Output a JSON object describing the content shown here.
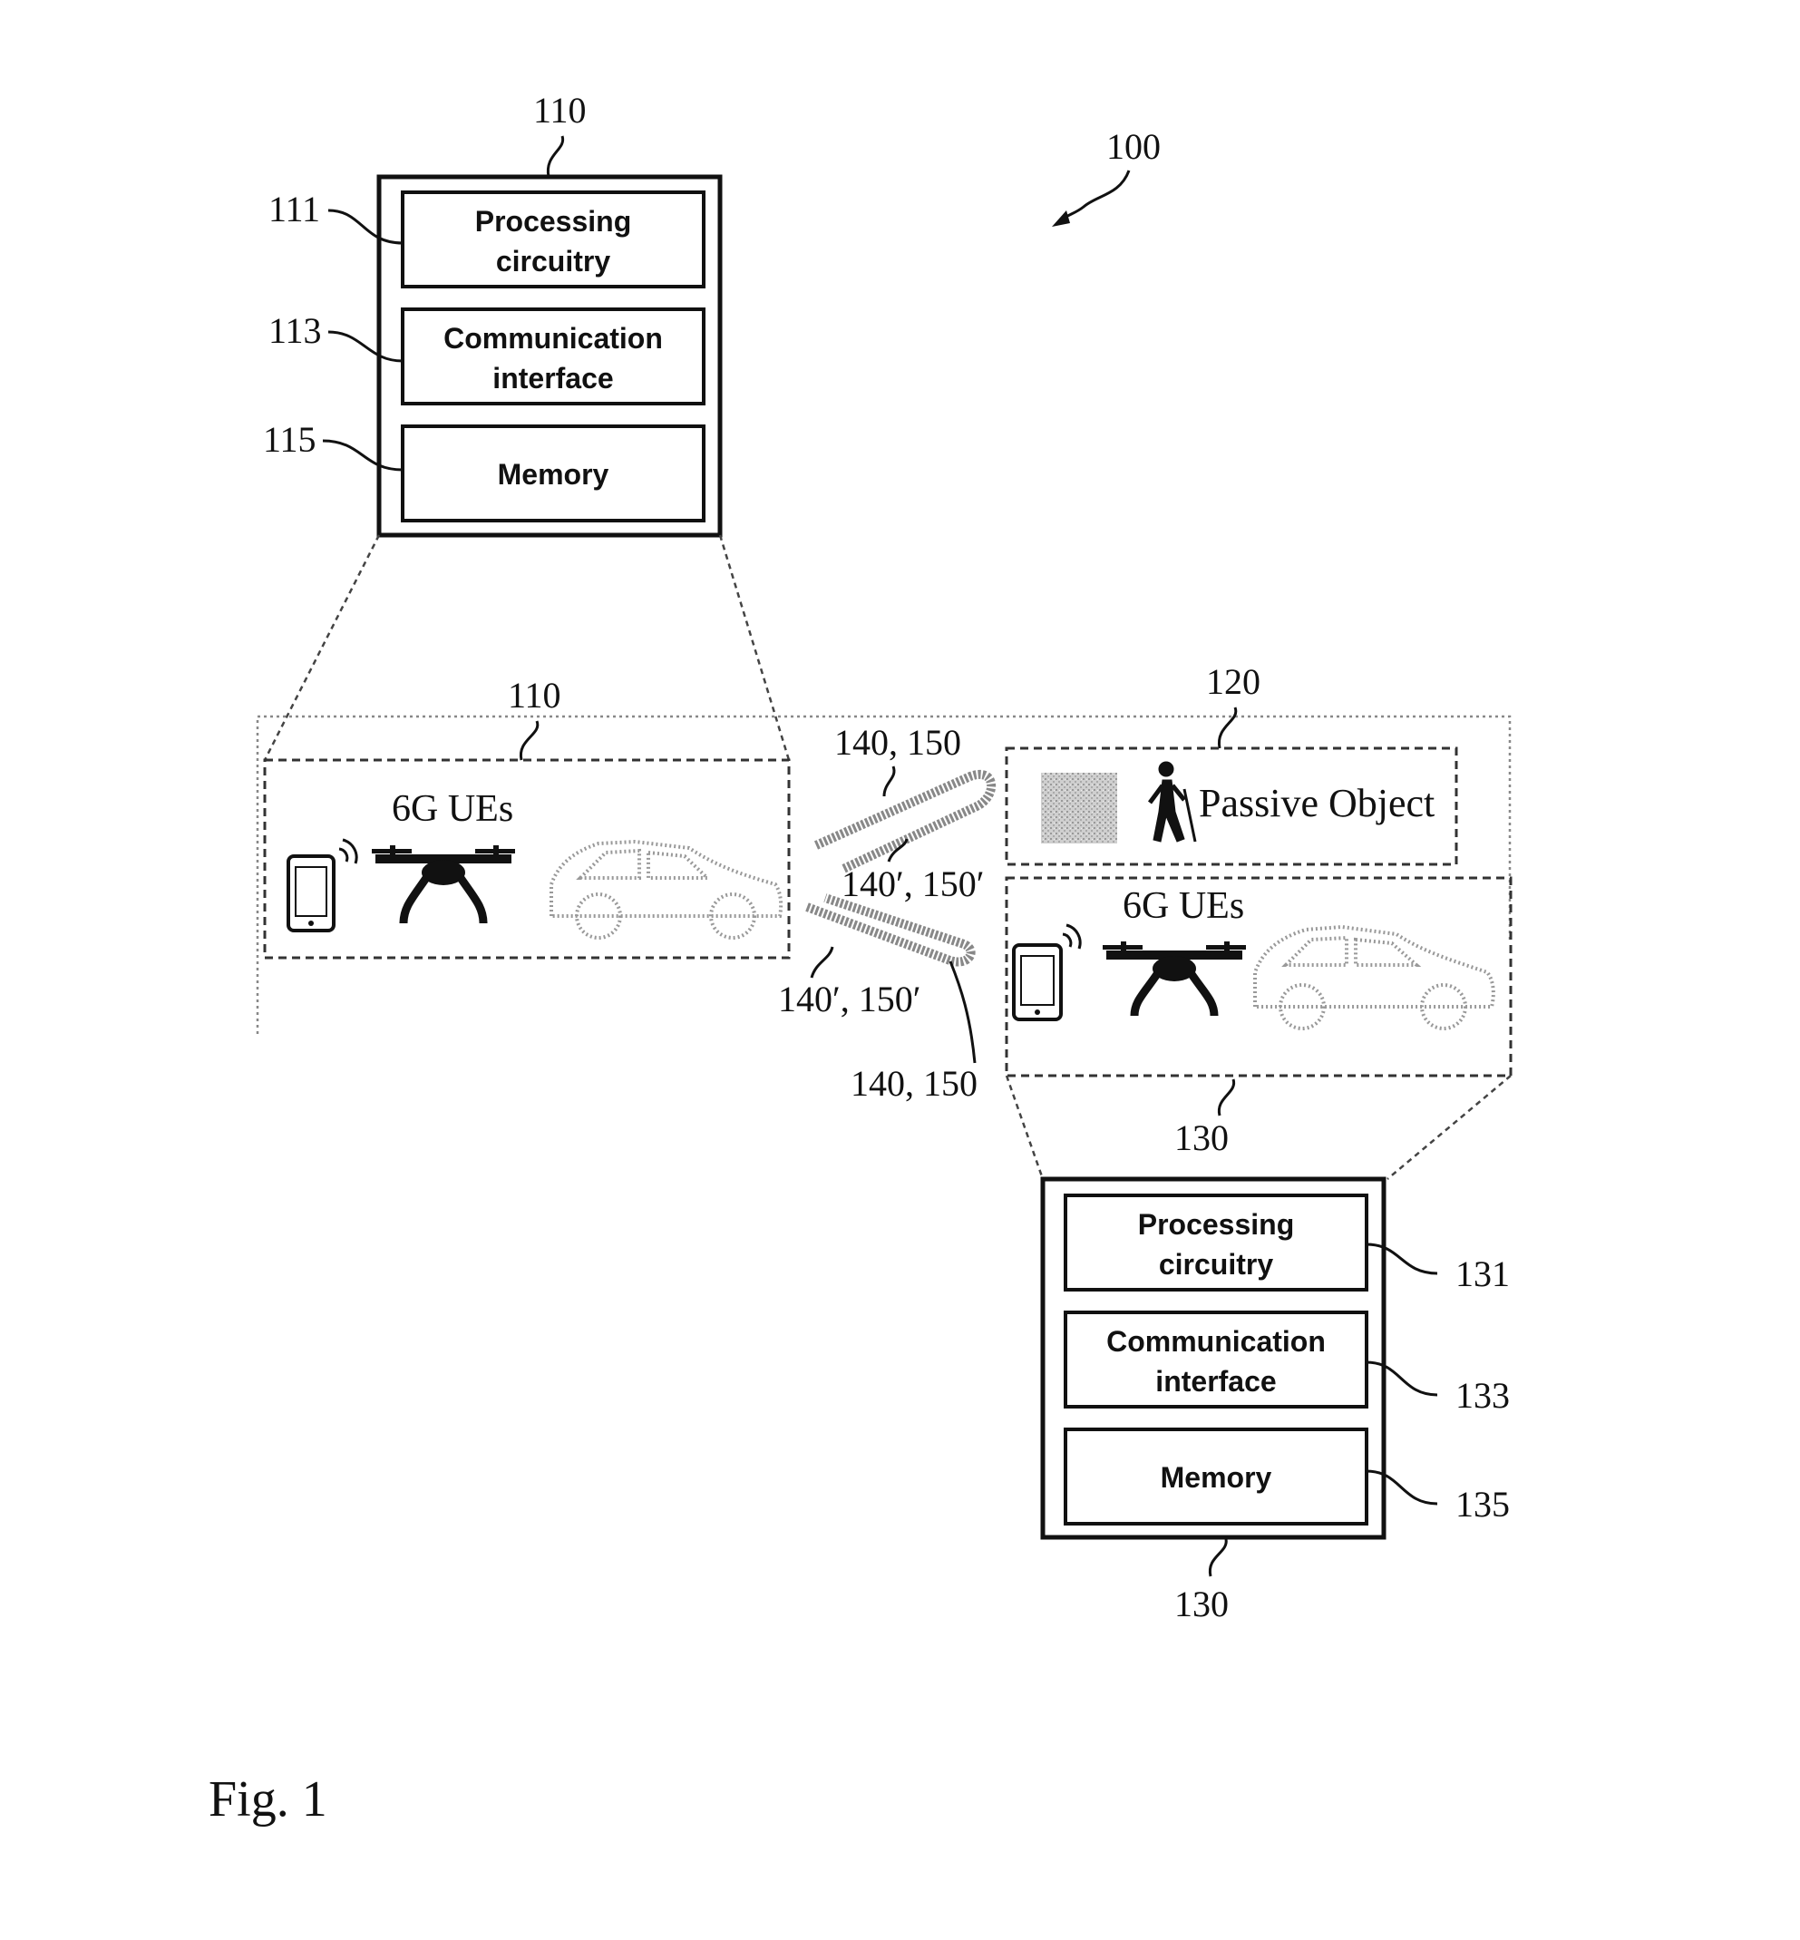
{
  "figure_label": "Fig. 1",
  "system_ref": "100",
  "device_110": {
    "ref_top": "110",
    "blocks": [
      {
        "ref": "111",
        "line1": "Processing",
        "line2": "circuitry"
      },
      {
        "ref": "113",
        "line1": "Communication",
        "line2": "interface"
      },
      {
        "ref": "115",
        "line1": "Memory",
        "line2": ""
      }
    ]
  },
  "device_130": {
    "ref_top": "130",
    "ref_bottom": "130",
    "blocks": [
      {
        "ref": "131",
        "line1": "Processing",
        "line2": "circuitry"
      },
      {
        "ref": "133",
        "line1": "Communication",
        "line2": "interface"
      },
      {
        "ref": "135",
        "line1": "Memory",
        "line2": ""
      }
    ]
  },
  "group_left": {
    "ref": "110",
    "title": "6G UEs",
    "icons": [
      "smartphone-icon",
      "drone-icon",
      "car-icon"
    ]
  },
  "group_right": {
    "title": "6G UEs",
    "icons": [
      "smartphone-icon",
      "drone-icon",
      "car-icon"
    ]
  },
  "passive": {
    "ref": "120",
    "label": "Passive Object",
    "icons": [
      "noise-pattern-icon",
      "walking-person-icon"
    ]
  },
  "links": {
    "upper_top": "140, 150",
    "upper_bottom": "140′, 150′",
    "lower_left": "140′, 150′",
    "lower_bottom": "140, 150"
  },
  "colors": {
    "ink": "#111111",
    "faint": "#888888",
    "background": "#ffffff"
  }
}
